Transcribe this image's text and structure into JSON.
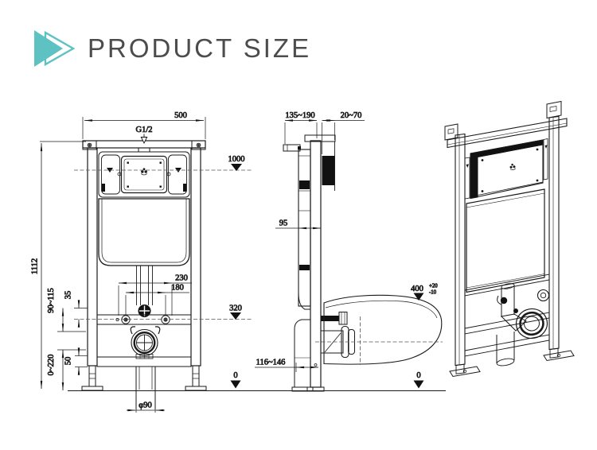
{
  "header": {
    "title": "PRODUCT SIZE",
    "accent_color": "#5ec2c2"
  },
  "views": {
    "front": {
      "width": "500",
      "inlet_thread": "G1/2",
      "top_datum": "1000",
      "overall_height": "1112",
      "bolt_span_outer": "230",
      "bolt_span_inner": "180",
      "offset_35": "35",
      "range_90_115": "90~115",
      "mid_datum": "320",
      "range_0_220": "0~220",
      "offset_50": "50",
      "drain_diameter": "φ90"
    },
    "side": {
      "frame_depth_range": "135~190",
      "wall_thickness_range": "20~70",
      "tank_depth": "95",
      "bowl_height": "400",
      "bowl_height_tol_plus": "+20",
      "bowl_height_tol_minus": "-10",
      "outlet_depth_range": "116~146",
      "floor_datum_left": "0",
      "floor_datum_right": "0"
    }
  }
}
